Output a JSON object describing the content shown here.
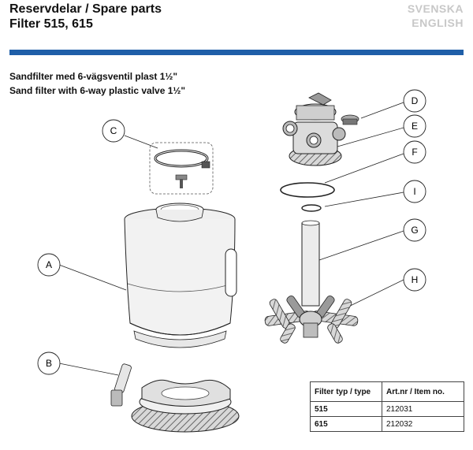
{
  "header": {
    "title_line1": "Reservdelar / Spare parts",
    "title_line2": "Filter 515, 615",
    "lang_primary": "SVENSKA",
    "lang_secondary": "ENGLISH"
  },
  "subtitle": {
    "swedish": "Sandfilter med 6-vägsventil plast 1½\"",
    "english": "Sand filter with 6-way plastic valve 1½\""
  },
  "callouts": [
    "A",
    "B",
    "C",
    "D",
    "E",
    "F",
    "G",
    "H",
    "I"
  ],
  "table": {
    "headers": [
      "Filter typ / type",
      "Art.nr / Item no."
    ],
    "rows": [
      [
        "515",
        "212031"
      ],
      [
        "615",
        "212032"
      ]
    ]
  },
  "colors": {
    "accent_bar": "#1f5fa8",
    "lang_text": "#c8c8c8"
  }
}
